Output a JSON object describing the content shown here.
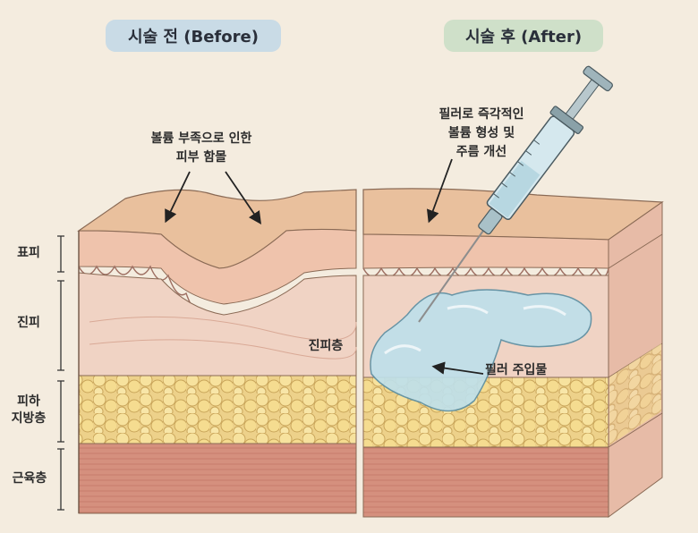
{
  "header": {
    "before_label": "시술 전 (Before)",
    "after_label": "시술 후 (After)"
  },
  "annotations": {
    "volume_loss": "볼륨 부족으로 인한\n피부 함몰",
    "dermis_layer": "진피층",
    "filler_effect": "필러로 즉각적인\n볼륨 형성 및\n주름 개선",
    "filler_injection": "필러 주입물"
  },
  "layers": {
    "epidermis": "표피",
    "dermis": "진피",
    "subcutaneous_fat": "피하\n지방층",
    "muscle": "근육층"
  },
  "colors": {
    "background": "#f4ecdf",
    "epidermis": "#f0c8a8",
    "dermis": "#f2d6c7",
    "fat": "#f3dc8c",
    "muscle": "#d89785",
    "filler": "#bfe0ea"
  }
}
